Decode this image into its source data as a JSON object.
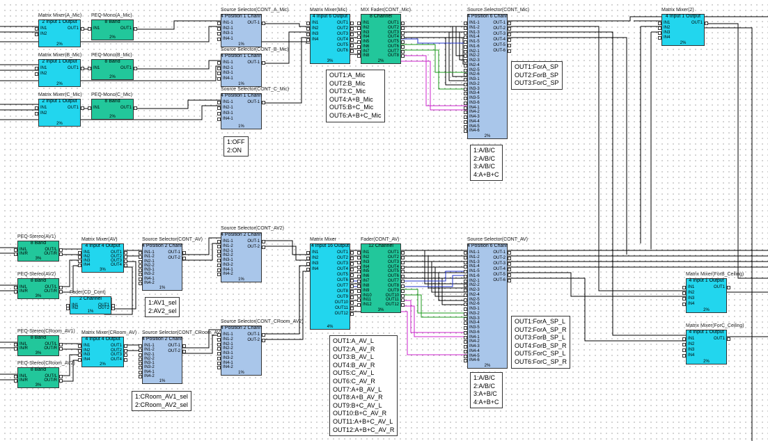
{
  "blocks": {
    "mm_a_mic": {
      "title": "Matrix Mixer(A_Mic)",
      "header": "2 Input 1 Output",
      "in": [
        "IN1",
        "IN2"
      ],
      "out": [
        "OUT1"
      ],
      "pct": "2%"
    },
    "peq_a_mic": {
      "title": "PEQ-Mono(A_Mic)",
      "header": "8 Band",
      "in": [
        "IN1"
      ],
      "out": [
        "OUT1"
      ],
      "pct": "2%"
    },
    "mm_b_mic": {
      "title": "Matrix Mixer(B_Mic)",
      "header": "2 Input 1 Output",
      "in": [
        "IN1",
        "IN2"
      ],
      "out": [
        "OUT1"
      ],
      "pct": "2%"
    },
    "peq_b_mic": {
      "title": "PEQ-Mono(B_Mic)",
      "header": "8 Band",
      "in": [
        "IN1"
      ],
      "out": [
        "OUT1"
      ],
      "pct": "2%"
    },
    "mm_c_mic": {
      "title": "Matrix Mixer(C_Mic)",
      "header": "2 Input 1 Output",
      "in": [
        "IN1",
        "IN2"
      ],
      "out": [
        "OUT1"
      ],
      "pct": "2%"
    },
    "peq_c_mic": {
      "title": "PEQ-Mono(C_Mic)",
      "header": "8 Band",
      "in": [
        "IN1"
      ],
      "out": [
        "OUT1"
      ],
      "pct": "2%"
    },
    "ss_a_mic": {
      "title": "Source Selector(CONT_A_Mic)",
      "header": "4 Position 1 Channel",
      "in": [
        "IN1-1",
        "IN2-1",
        "IN3-1",
        "IN4-1"
      ],
      "out": [
        "OUT-1"
      ],
      "pct": "1%"
    },
    "ss_b_mic": {
      "title": "Source Selector(CONT_B_Mic)",
      "header": "4 Position 1 Channel",
      "in": [
        "IN1-1",
        "IN2-1",
        "IN3-1",
        "IN4-1"
      ],
      "out": [
        "OUT-1"
      ],
      "pct": "1%"
    },
    "ss_c_mic": {
      "title": "Source Selector(CONT_C_Mic)",
      "header": "4 Position 1 Channel",
      "in": [
        "IN1-1",
        "IN2-1",
        "IN3-1",
        "IN4-1"
      ],
      "out": [
        "OUT-1"
      ],
      "pct": "1%"
    },
    "mm_mic": {
      "title": "Matrix Mixer(Mic)",
      "header": "4 Input 6 Output",
      "in": [
        "IN1",
        "IN2",
        "IN3",
        "IN4"
      ],
      "out": [
        "OUT1",
        "OUT2",
        "OUT3",
        "OUT4",
        "OUT5",
        "OUT6"
      ],
      "pct": "3%"
    },
    "fader_mic": {
      "title": "MIX Fader(CONT_Mic)",
      "header": "8 Channel",
      "in": [
        "IN1",
        "IN2",
        "IN3",
        "IN4",
        "IN5",
        "IN6",
        "IN7",
        "IN8"
      ],
      "out": [
        "OUT1",
        "OUT2",
        "OUT3",
        "OUT4",
        "OUT5",
        "OUT6",
        "OUT7",
        "OUT8"
      ],
      "pct": "2%"
    },
    "ss_mic": {
      "title": "Source Selector(CONT_Mic)",
      "header": "4 Position 6 Channel",
      "in": [
        "IN1-1",
        "IN1-2",
        "IN1-3",
        "IN1-4",
        "IN1-5",
        "IN1-6",
        "IN2-1",
        "IN2-2",
        "IN2-3",
        "IN2-4",
        "IN2-5",
        "IN2-6",
        "IN3-1",
        "IN3-2",
        "IN3-3",
        "IN3-4",
        "IN3-5",
        "IN3-6",
        "IN4-1",
        "IN4-2",
        "IN4-3",
        "IN4-4",
        "IN4-5",
        "IN4-6"
      ],
      "out": [
        "OUT-1",
        "OUT-2",
        "OUT-3",
        "OUT-4",
        "OUT-5",
        "OUT-6"
      ],
      "pct": "2%"
    },
    "mm2": {
      "title": "Matrix Mixer(2)",
      "header": "4 Input 1 Output",
      "in": [
        "IN1",
        "IN2",
        "IN3",
        "IN4"
      ],
      "out": [
        "OUT1"
      ],
      "pct": "2%"
    },
    "peq_av1": {
      "title": "PEQ-Stereo(AV1)",
      "header": "8 Band",
      "in": [
        "IN/L",
        "IN/R"
      ],
      "out": [
        "OUT/L",
        "OUT/R"
      ],
      "pct": "3%"
    },
    "peq_av2": {
      "title": "PEQ-Stereo(AV2)",
      "header": "8 Band",
      "in": [
        "IN/L",
        "IN/R"
      ],
      "out": [
        "OUT/L",
        "OUT/R"
      ],
      "pct": "3%"
    },
    "mm_av": {
      "title": "Matrix Mixer(AV)",
      "header": "4 Input 4 Output",
      "in": [
        "IN1",
        "IN2",
        "IN3",
        "IN4"
      ],
      "out": [
        "OUT1",
        "OUT2",
        "OUT3",
        "OUT4"
      ],
      "pct": "3%"
    },
    "fader_cont": {
      "title": "Fader(CD_Cont)",
      "header": "2 Channel",
      "in": [
        "IN1",
        "IN2"
      ],
      "out": [
        "OUT1",
        "OUT2"
      ],
      "pct": "1%"
    },
    "ss_av": {
      "title": "Source Selector(CONT_AV)",
      "header": "4 Position 2 Channel",
      "in": [
        "IN1-1",
        "IN1-2",
        "IN2-1",
        "IN2-2",
        "IN3-1",
        "IN3-2",
        "IN4-1",
        "IN4-2"
      ],
      "out": [
        "OUT-1",
        "OUT-2"
      ],
      "pct": "1%"
    },
    "ss_av2": {
      "title": "Source Selector(CONT_AV2)",
      "header": "4 Position 2 Channel",
      "in": [
        "IN1-1",
        "IN1-2",
        "IN2-1",
        "IN2-2",
        "IN3-1",
        "IN3-2",
        "IN4-1",
        "IN4-2"
      ],
      "out": [
        "OUT-1",
        "OUT-2"
      ],
      "pct": "1%"
    },
    "mm_big": {
      "title": "Matrix Mixer",
      "header": "4 Input 16 Output",
      "in": [
        "IN1",
        "IN2",
        "IN3",
        "IN4"
      ],
      "out": [
        "OUT1",
        "OUT2",
        "OUT3",
        "OUT4",
        "OUT5",
        "OUT6",
        "OUT7",
        "OUT8",
        "OUT9",
        "OUT10",
        "OUT11",
        "OUT12"
      ],
      "pct": "4%"
    },
    "fader_av": {
      "title": "Fader(CONT_AV)",
      "header": "12 Channel",
      "in": [
        "IN1",
        "IN2",
        "IN3",
        "IN4",
        "IN5",
        "IN6",
        "IN7",
        "IN8",
        "IN9",
        "IN10",
        "IN11",
        "IN12"
      ],
      "out": [
        "OUT1",
        "OUT2",
        "OUT3",
        "OUT4",
        "OUT5",
        "OUT6",
        "OUT7",
        "OUT8",
        "OUT9",
        "OUT10",
        "OUT11",
        "OUT12"
      ],
      "pct": "3%"
    },
    "ss_av_main": {
      "title": "Source Selector(CONT_AV)",
      "header": "4 Position 6 Channel",
      "in": [
        "IN1-1",
        "IN1-2",
        "IN1-3",
        "IN1-4",
        "IN1-5",
        "IN1-6",
        "IN2-1",
        "IN2-2",
        "IN2-3",
        "IN2-4",
        "IN2-5",
        "IN2-6",
        "IN3-1",
        "IN3-2",
        "IN3-3",
        "IN3-4",
        "IN3-5",
        "IN3-6",
        "IN4-1",
        "IN4-2",
        "IN4-3",
        "IN4-4",
        "IN4-5",
        "IN4-6"
      ],
      "out": [
        "OUT-1",
        "OUT-2",
        "OUT-3",
        "OUT-4",
        "OUT-5",
        "OUT-6"
      ],
      "pct": "2%"
    },
    "peq_croom_av1": {
      "title": "PEQ-Stereo(CRoom_AV1)",
      "header": "8 Band",
      "in": [
        "IN/L",
        "IN/R"
      ],
      "out": [
        "OUT/L",
        "OUT/R"
      ],
      "pct": "3%"
    },
    "peq_croom_av2": {
      "title": "PEQ-Stereo(CRoom_AV2)",
      "header": "8 Band",
      "in": [
        "IN/L",
        "IN/R"
      ],
      "out": [
        "OUT/L",
        "OUT/R"
      ],
      "pct": "3%"
    },
    "mm_croom_av": {
      "title": "Matrix Mixer(CRoom_AV)",
      "header": "4 Input 4 Output",
      "in": [
        "IN1",
        "IN2",
        "IN3",
        "IN4"
      ],
      "out": [
        "OUT1",
        "OUT2",
        "OUT3",
        "OUT4"
      ],
      "pct": "2%"
    },
    "ss_croom_av": {
      "title": "Source Selector(CONT_CRoom_AV)",
      "header": "4 Position 2 Channel",
      "in": [
        "IN1-1",
        "IN1-2",
        "IN2-1",
        "IN2-2",
        "IN3-1",
        "IN3-2",
        "IN4-1",
        "IN4-2"
      ],
      "out": [
        "OUT-1",
        "OUT-2"
      ],
      "pct": "1%"
    },
    "ss_croom_av2": {
      "title": "Source Selector(CONT_CRoom_AV2)",
      "header": "4 Position 2 Channel",
      "in": [
        "IN1-1",
        "IN1-2",
        "IN2-1",
        "IN2-2",
        "IN3-1",
        "IN3-2",
        "IN4-1",
        "IN4-2"
      ],
      "out": [
        "OUT-1",
        "OUT-2"
      ],
      "pct": "1%"
    },
    "mm_forb": {
      "title": "Matrix Mixer(ForB_Ceiling)",
      "header": "4 Input 1 Output",
      "in": [
        "IN1",
        "IN2",
        "IN3",
        "IN4"
      ],
      "out": [
        "OUT1"
      ],
      "pct": "2%"
    },
    "mm_forc": {
      "title": "Matrix Mixer(ForC_Ceiling)",
      "header": "4 Input 1 Output",
      "in": [
        "IN1",
        "IN2",
        "IN3",
        "IN4"
      ],
      "out": [
        "OUT1"
      ],
      "pct": "2%"
    }
  },
  "labels": {
    "mic_onoff": [
      "1:OFF",
      "2:ON"
    ],
    "mic_mixer_outs": [
      "OUT1:A_Mic",
      "OUT2:B_Mic",
      "OUT3:C_Mic",
      "OUT4:A+B_Mic",
      "OUT5:B+C_Mic",
      "OUT6:A+B+C_Mic"
    ],
    "mic_sp_outs": [
      "OUT1:ForA_SP",
      "OUT2:ForB_SP",
      "OUT3:ForC_SP"
    ],
    "mic_positions": [
      "1:A/B/C",
      "2:A/B/C",
      "3:A/B/C",
      "4:A+B+C"
    ],
    "av_sel": [
      "1:AV1_sel",
      "2:AV2_sel"
    ],
    "croom_sel": [
      "1:CRoom_AV1_sel",
      "2:CRoom_AV2_sel"
    ],
    "av_mixer_outs": [
      "OUT1:A_AV_L",
      "OUT2:A_AV_R",
      "OUT3:B_AV_L",
      "OUT4:B_AV_R",
      "OUT5:C_AV_L",
      "OUT6:C_AV_R",
      "OUT7:A+B_AV_L",
      "OUT8:A+B_AV_R",
      "OUT9:B+C_AV_L",
      "OUT10:B+C_AV_R",
      "OUT11:A+B+C_AV_L",
      "OUT12:A+B+C_AV_R"
    ],
    "av_sp_outs": [
      "OUT1:ForA_SP_L",
      "OUT2:ForA_SP_R",
      "OUT3:ForB_SP_L",
      "OUT4:ForB_SP_R",
      "OUT5:ForC_SP_L",
      "OUT6:ForC_SP_R"
    ],
    "av_positions": [
      "1:A/B/C",
      "2:A/B/C",
      "3:A+B/C",
      "4:A+B+C"
    ]
  },
  "colors": {
    "mixer": "#22d6ee",
    "eq": "#22c79b",
    "selector": "#a9c6ea",
    "wire": "#000000",
    "wire_blue": "#2233cc",
    "wire_green": "#1a9a1a",
    "wire_magenta": "#cc22cc"
  }
}
